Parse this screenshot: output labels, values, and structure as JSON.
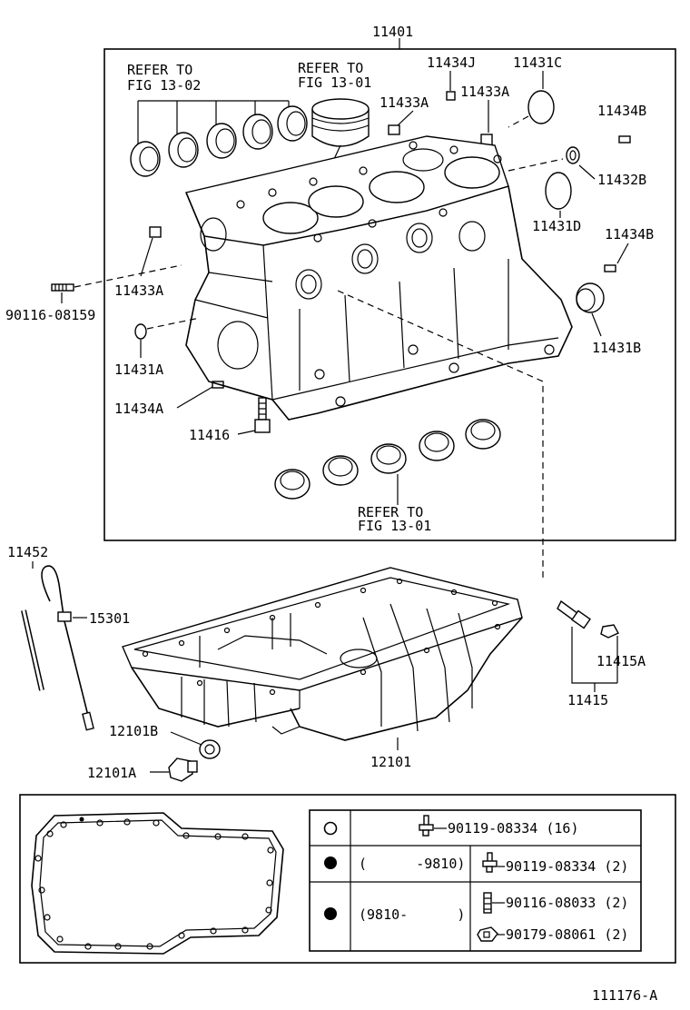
{
  "figure_id": "111176-A",
  "block": {
    "part_number": "11401",
    "refer_fig_13_02": [
      "REFER TO",
      "FIG 13-02"
    ],
    "refer_fig_13_01_piston": [
      "REFER TO",
      "FIG 13-01"
    ],
    "refer_fig_13_01_bearings": [
      "REFER TO",
      "FIG 13-01"
    ],
    "labels": {
      "p11434J": "11434J",
      "p11431C": "11431C",
      "p11433A_left": "11433A",
      "p11433A_right": "11433A",
      "p11434B_top": "11434B",
      "p11432B": "11432B",
      "p11431D": "11431D",
      "p11434B_mid": "11434B",
      "p11433A_side": "11433A",
      "p90116_08159": "90116-08159",
      "p11431B": "11431B",
      "p11431A": "11431A",
      "p11434A": "11434A",
      "p11416": "11416"
    }
  },
  "lower": {
    "p11452": "11452",
    "p15301": "15301",
    "p12101B": "12101B",
    "p12101A": "12101A",
    "p12101": "12101",
    "p11415A": "11415A",
    "p11415": "11415"
  },
  "legend": {
    "rows": [
      {
        "symbol": "open-circle",
        "condition": "",
        "parts": [
          "90119-08334 (16)"
        ]
      },
      {
        "symbol": "filled-circle",
        "condition": "(      -9810)",
        "parts": [
          "90119-08334 (2)"
        ]
      },
      {
        "symbol": "filled-circle",
        "condition": "(9810-      )",
        "parts": [
          "90116-08033 (2)",
          "90179-08061 (2)"
        ]
      }
    ]
  }
}
